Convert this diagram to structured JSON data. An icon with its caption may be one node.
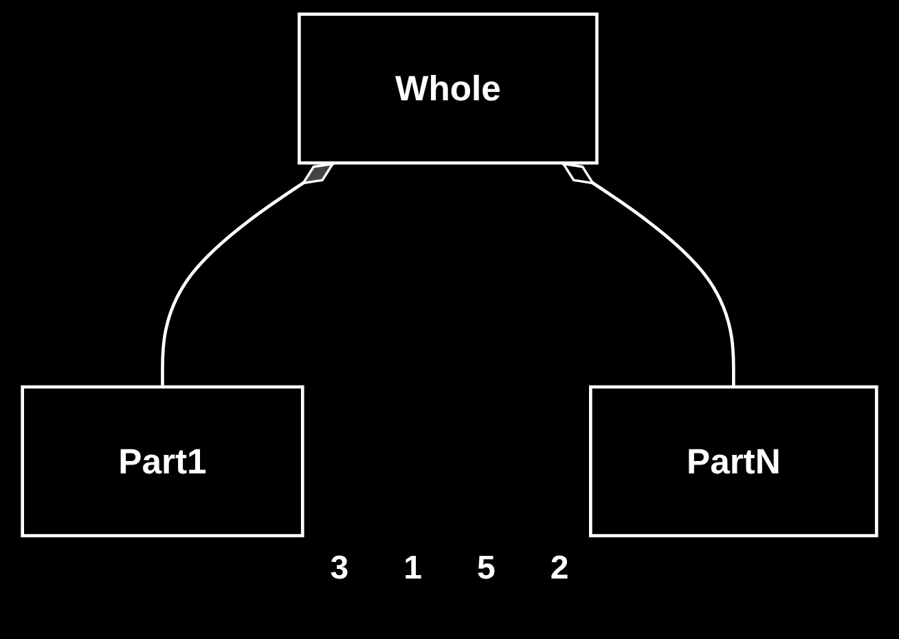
{
  "diagram": {
    "nodes": [
      {
        "text": [
          "Whole"
        ]
      },
      {
        "text": [
          "Part1"
        ]
      },
      {
        "text": [
          "PartN"
        ]
      }
    ],
    "edges": [
      {
        "from": 0,
        "to": 1,
        "arrow": "other"
      },
      {
        "from": 0,
        "to": 2,
        "arrow": "other"
      }
    ],
    "labels": [
      "3",
      "1",
      "5",
      "2"
    ]
  }
}
